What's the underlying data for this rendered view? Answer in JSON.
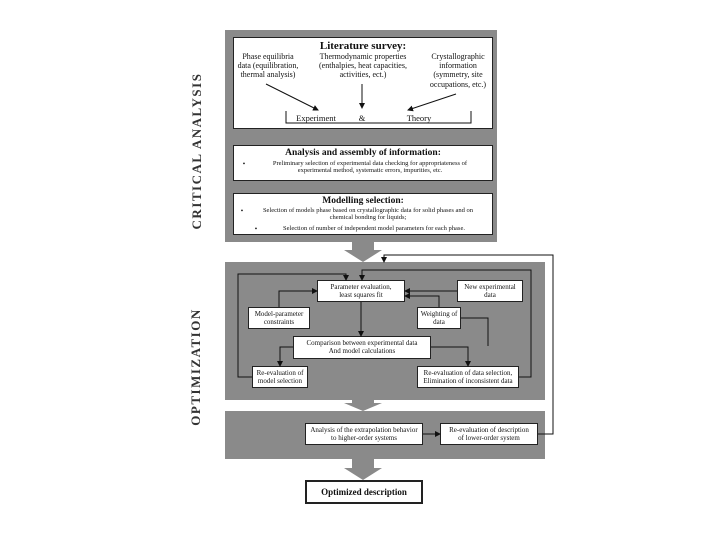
{
  "side_labels": {
    "critical": "CRITICAL   ANALYSIS",
    "optimization": "OPTIMIZATION"
  },
  "literature": {
    "title": "Literature survey:",
    "col1": "Phase equilibria\ndata (equilibration,\nthermal analysis)",
    "col2": "Thermodynamic properties\n(enthalpies, heat capacities,\nactivities, ect.)",
    "col3": "Crystallographic\ninformation\n(symmetry, site\noccupations, etc.)",
    "experiment": "Experiment",
    "amp": "&",
    "theory": "Theory"
  },
  "analysis": {
    "title": "Analysis and assembly of information:",
    "bullet": "Preliminary selection of experimental data checking for appropriateness of\nexperimental method, systematic errors, impurities, etc."
  },
  "modelling": {
    "title": "Modelling selection:",
    "bullet1": "Selection of models phase based on crystallographic data for solid phases and on\nchemical bonding for liquids;",
    "bullet2": "Selection of number of independent model parameters for each phase."
  },
  "optimization": {
    "param_eval": "Parameter evaluation,\nleast squares fit",
    "new_exp": "New experimental\ndata",
    "model_param": "Model-parameter\nconstraints",
    "weighting": "Weighting of\ndata",
    "comparison": "Comparison between experimental data\nAnd model calculations",
    "reeval_model": "Re-evaluation of\nmodel selection",
    "reeval_data": "Re-evaluation of data selection,\nElimination of inconsistent data"
  },
  "extrapolation": {
    "analysis": "Analysis of the extrapolation behavior\nto higher-order systems",
    "reeval": "Re-evaluation of description\nof lower-order system"
  },
  "final": {
    "title": "Optimized description"
  }
}
